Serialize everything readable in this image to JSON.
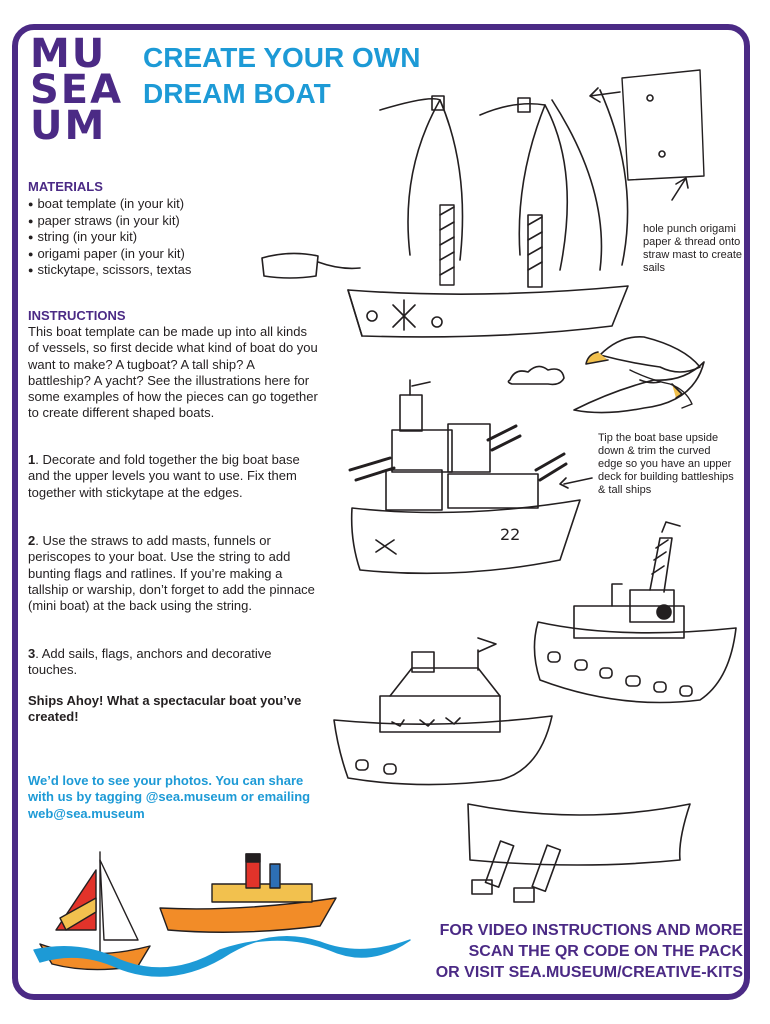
{
  "logo": {
    "line1": "MU",
    "line2": "SEA",
    "line3": "UM"
  },
  "title": {
    "line1": "CREATE YOUR OWN",
    "line2": "DREAM BOAT"
  },
  "materials": {
    "heading": "MATERIALS",
    "items": [
      "boat template (in your kit)",
      "paper straws (in your kit)",
      "string (in your kit)",
      "origami paper (in your kit)",
      "stickytape, scissors, textas"
    ]
  },
  "instructions": {
    "heading": "INSTRUCTIONS",
    "intro": "This boat template can be made up into all kinds of vessels, so first decide what kind of boat do you want to make? A tugboat? A tall ship? A battleship? A yacht?  See the illustrations here for some examples of how the pieces can go together to create different shaped boats.",
    "step1_num": "1",
    "step1": ". Decorate and fold together the big boat base and the upper levels you want to use. Fix them together with stickytape at the edges.",
    "step2_num": "2",
    "step2": ". Use the straws to add masts, funnels or periscopes to your boat. Use the string to add bunting flags and ratlines. If you’re making a tallship or warship, don’t forget to add the pinnace (mini boat) at the back using the string.",
    "step3_num": "3",
    "step3": ". Add sails, flags, anchors and decorative touches.",
    "ahoy": "Ships Ahoy! What a spectacular boat you’ve created!",
    "photos": "We’d love to see your photos. You can share with us by tagging @sea.museum or emailing web@sea.museum"
  },
  "notes": {
    "sails": "hole punch origami paper & thread onto straw mast to create sails",
    "base": "Tip the boat base upside down & trim the curved edge so you have an upper deck for building battleships & tall ships"
  },
  "footer": {
    "line1": "FOR VIDEO INSTRUCTIONS AND MORE",
    "line2": "SCAN THE QR CODE ON THE PACK",
    "line3": "OR VISIT SEA.MUSEUM/CREATIVE-KITS"
  },
  "drawing_text": {
    "hull_number": "22"
  },
  "colors": {
    "brand_purple": "#4b2a85",
    "accent_blue": "#1d9ad6",
    "text": "#231f20"
  }
}
